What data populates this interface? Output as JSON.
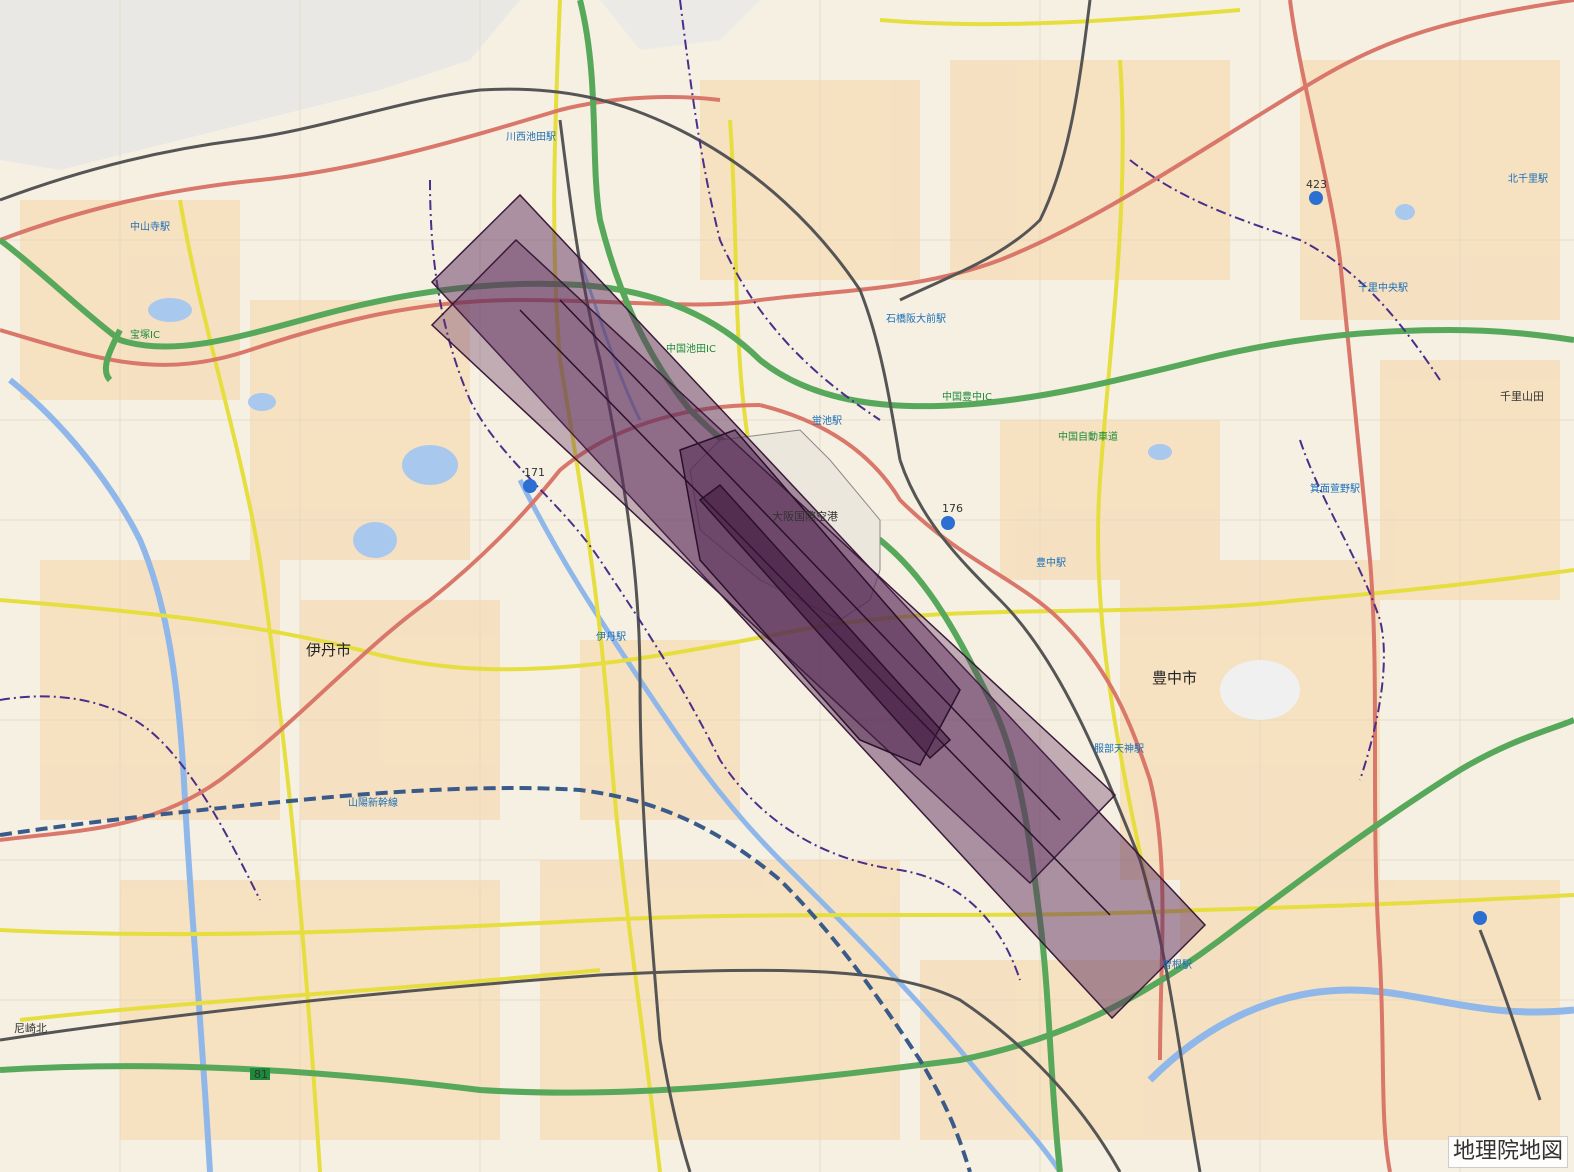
{
  "map": {
    "attribution": "地理院地図",
    "colors": {
      "land": "#f6f0e2",
      "urban": "#f5dcb6",
      "water": "#a9c8ee",
      "river": "#8fb7ea",
      "expressway": "#58a85c",
      "national_road": "#d9776a",
      "prefectural_road": "#e6de3e",
      "railway": "#555555",
      "shinkansen": "#3a5a8a",
      "boundary": "#4a2e8a",
      "overlay_fill": "#5e2f5e",
      "overlay_stroke": "#3a1a3a",
      "mountain": "#e4e4e4"
    },
    "labels": {
      "itami": "伊丹市",
      "toyonaka": "豊中市",
      "chugoku_toyonaka_ic": "中国豊中IC",
      "chugoku_ikeda_ic": "中国池田IC",
      "chugoku_expressway": "中国自動車道",
      "nakayamadera_station": "中山寺駅",
      "senri_chuo_station": "千里中央駅",
      "ishibashi_handai_station": "石橋阪大前駅",
      "hotarugaike_station": "蛍池駅",
      "itami_station": "伊丹駅",
      "hattori_station": "服部天神駅",
      "kita_senri_station": "北千里駅",
      "minoh_station": "箕面萱野駅",
      "sanyo_shinkansen": "山陽新幹線",
      "osaka_airport": "大阪国際空港",
      "kawanishi_ikeda_station": "川西池田駅",
      "takarazuka_ic": "宝塚IC",
      "senri_yamada": "千里山田",
      "toyonaka_station": "豊中駅",
      "sone_station": "曽根駅",
      "amagasaki_kita": "尼崎北",
      "route_171": "171",
      "route_176": "176",
      "route_423": "423",
      "route_81": "81"
    }
  }
}
